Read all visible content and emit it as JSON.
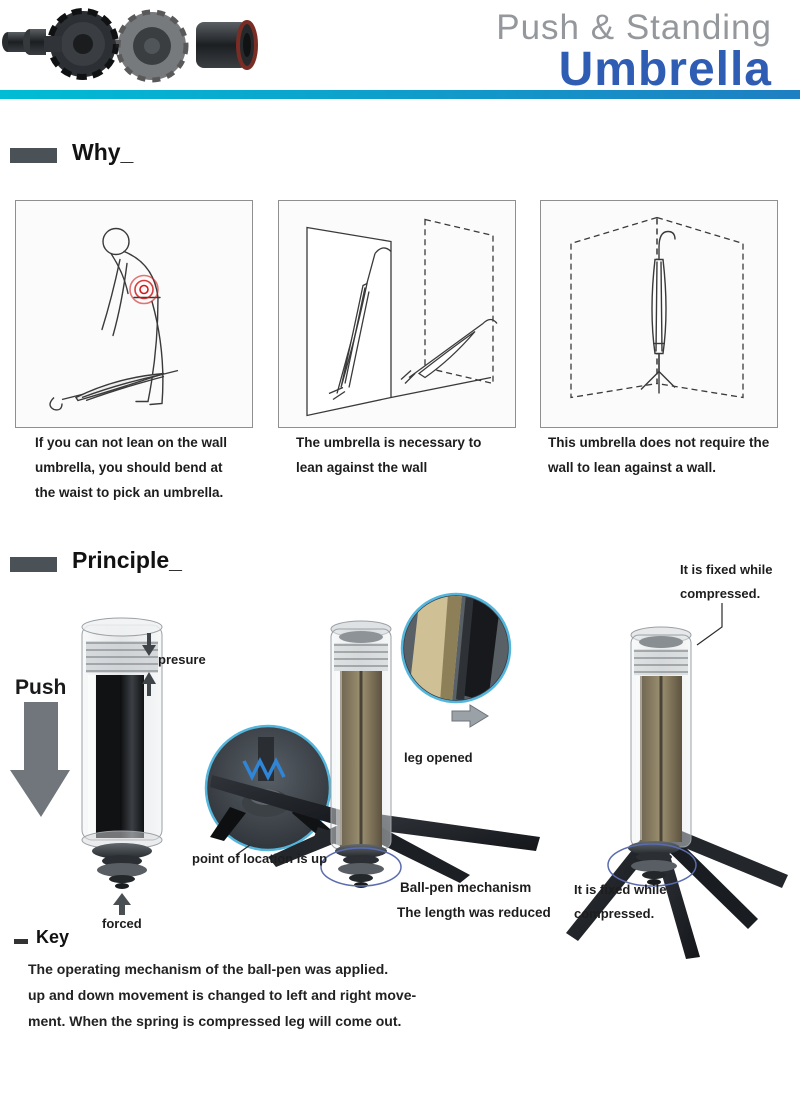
{
  "colors": {
    "accent_blue": "#2e5db3",
    "bar_gradient_left": "#00bcd4",
    "bar_gradient_right": "#1e7fc2",
    "section_bullet": "#4a5258",
    "inset_ring": "#54b6dc",
    "highlight_ellipse": "#5a6cae",
    "pain_red": "#cf1b1b"
  },
  "header": {
    "title_light": "Push & Standing",
    "title_bold": "Umbrella"
  },
  "why_section": {
    "title": "Why_",
    "panels": [
      {
        "caption_lines": [
          "If you can not lean on the wall",
          "umbrella, you should bend at",
          "the waist to pick an umbrella."
        ]
      },
      {
        "caption_lines": [
          "The umbrella is necessary to",
          "lean against the wall"
        ]
      },
      {
        "caption_lines": [
          "This umbrella does not require the",
          "wall to lean against a wall."
        ]
      }
    ]
  },
  "principle_section": {
    "title": "Principle_",
    "push_label": "Push",
    "presure_label": "presure",
    "forced_label": "forced",
    "point_label": "point of location is up",
    "leg_opened_label": "leg opened",
    "ballpen_line1": "Ball-pen mechanism",
    "ballpen_line2": "The length was reduced",
    "fixed_top_line1": "It is fixed while",
    "fixed_top_line2": "compressed.",
    "fixed_bottom_line1": "It is fixed while",
    "fixed_bottom_line2": "compressed."
  },
  "key_section": {
    "title": "Key",
    "lines": [
      "The operating mechanism of the ball-pen was applied.",
      "up and down movement is changed to left and right move-",
      "ment. When the spring is compressed leg will come out."
    ]
  }
}
